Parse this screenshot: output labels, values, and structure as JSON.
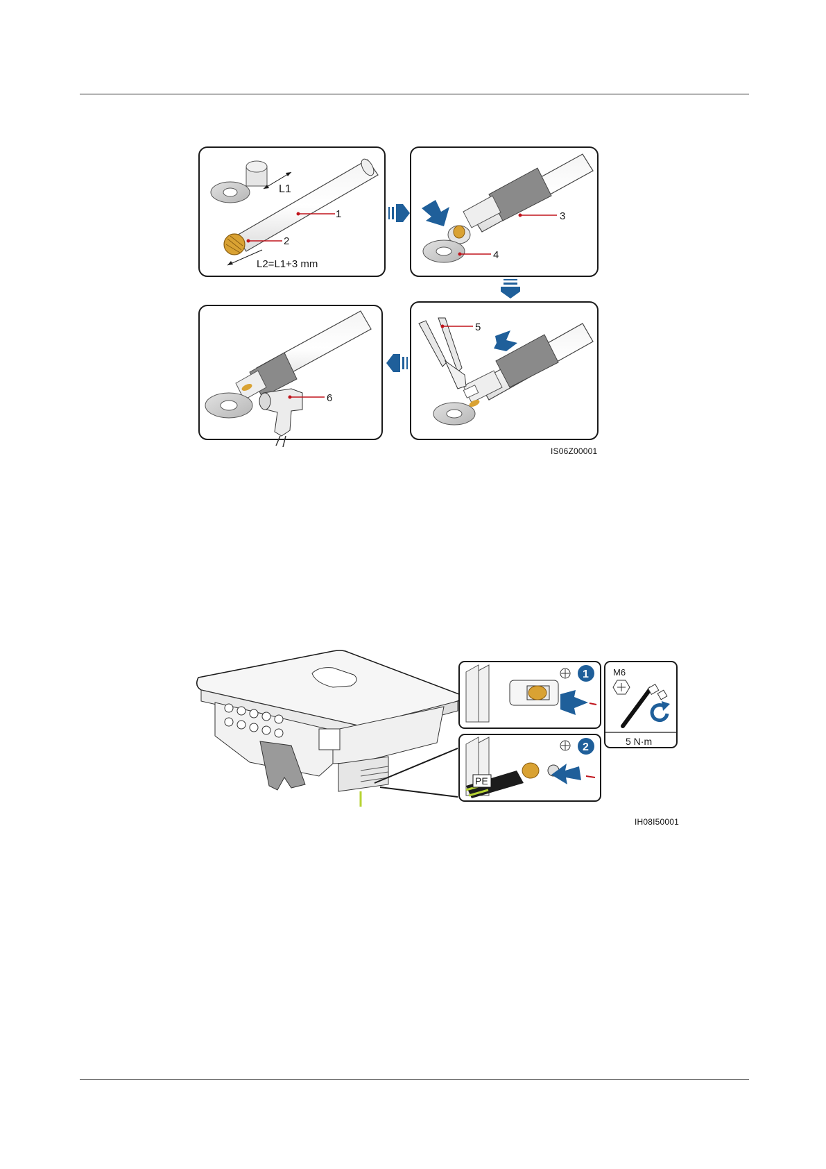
{
  "figure1": {
    "code": "IS06Z00001",
    "panel1": {
      "dim_l1": "L1",
      "callout_1": "1",
      "callout_2": "2",
      "dim_l2": "L2=L1+3 mm"
    },
    "panel2": {
      "callout_3": "3",
      "callout_4": "4"
    },
    "panel3": {
      "callout_5": "5"
    },
    "panel4": {
      "callout_6": "6"
    }
  },
  "figure2": {
    "code": "IH08I50001",
    "step_1": "1",
    "step_2": "2",
    "pe_label": "PE",
    "bolt_size": "M6",
    "torque": "5 N·m"
  },
  "colors": {
    "arrow_blue": "#1f5f9a",
    "callout_red": "#c0141c",
    "copper": "#d9a233",
    "tube_gray": "#8a8a8a",
    "pe_cable": "#b7d334"
  }
}
